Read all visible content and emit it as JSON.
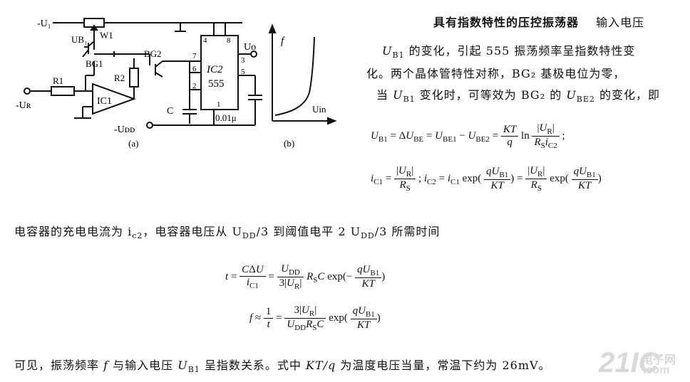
{
  "figure": {
    "labels": {
      "ut": "-U₁",
      "ub1": "UB₁",
      "w1": "W1",
      "bg1": "BG1",
      "bg2": "BG2",
      "r1": "R1",
      "r2": "R2",
      "ur": "-Uʀ",
      "ic1": "IC1",
      "ic2": "IC2",
      "ic2_num": "555",
      "c": "C",
      "cap2": "0.01μ",
      "udd": "-Uᴅᴅ",
      "uo": "Uo",
      "pin4": "4",
      "pin8": "8",
      "pin7": "7",
      "pin6": "6",
      "pin2": "2",
      "pin3": "3",
      "pin5": "5",
      "pin1": "1",
      "cap_a": "(a)",
      "cap_b": "(b)",
      "axis_f": "f",
      "axis_uin": "Uin"
    }
  },
  "text": {
    "title": "具有指数特性的压控振荡器",
    "intro_line1": "输入电压",
    "intro_line2": "的变化，引起 555 振荡频率呈指数特性变",
    "intro_line3": "化。两个晶体管特性对称，BG₂ 基极电位为零，",
    "intro_line4_a": "当",
    "intro_line4_b": "变化时，可等效为 BG₂ 的",
    "intro_line4_c": "的变化，即",
    "ub1_sym": "U",
    "ub1_sub": "B1",
    "ube2_sym": "U",
    "ube2_sub": "BE2",
    "para2": "电容器的充电电流为 i",
    "para2_sub": "c2",
    "para2_b": "，电容器电压从 U",
    "para2_c": "/3 到阈值电平 2 U",
    "para2_d": "/3 所需时间",
    "dd_sub": "DD",
    "final_a": "可见，振荡频率",
    "final_f": "f",
    "final_b": "与输入电压",
    "final_c": "呈指数关系。式中",
    "final_ktq": "KT/q",
    "final_d": "为温度电压当量，常温下约为 26mV。",
    "watermark": "21IC",
    "watermark2": "电子网",
    "watermark3": ".com"
  }
}
